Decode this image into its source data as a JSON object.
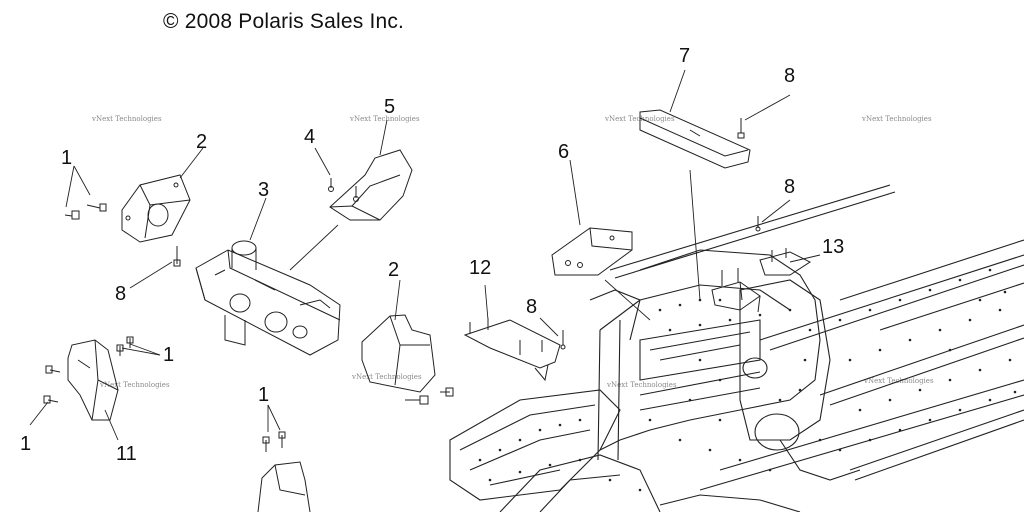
{
  "copyright": "© 2008 Polaris Sales Inc.",
  "watermark": "vNext Technologies",
  "callouts": {
    "c1a": "1",
    "c1b": "1",
    "c1c": "1",
    "c1d": "1",
    "c2a": "2",
    "c2b": "2",
    "c3": "3",
    "c4": "4",
    "c5": "5",
    "c6": "6",
    "c7": "7",
    "c8a": "8",
    "c8b": "8",
    "c8c": "8",
    "c8d": "8",
    "c11": "11",
    "c12": "12",
    "c13": "13"
  },
  "colors": {
    "line": "#222222",
    "text": "#111111",
    "watermark": "#8a8a8a"
  }
}
